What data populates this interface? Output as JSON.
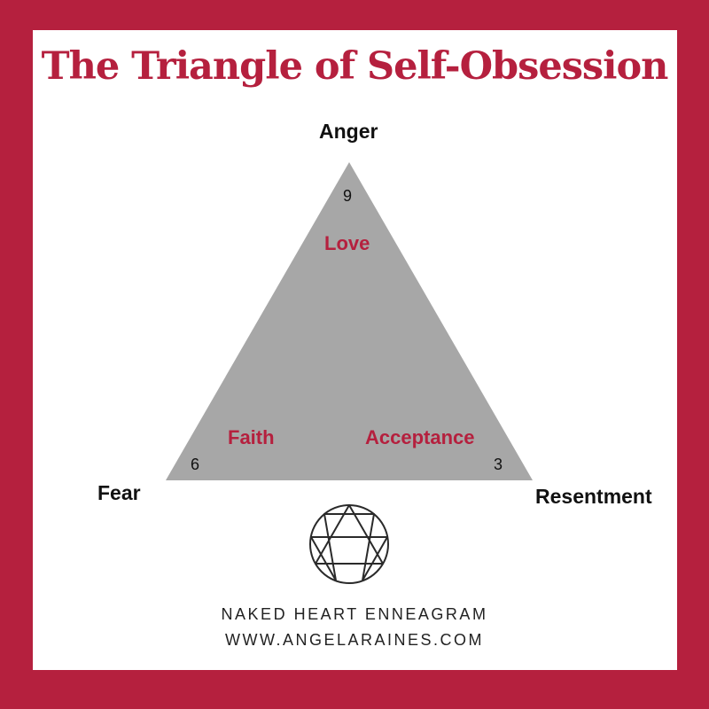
{
  "colors": {
    "frame": "#b5203e",
    "card": "#ffffff",
    "triangle": "#a7a7a7",
    "accent": "#b5203e"
  },
  "title": "The Triangle of Self-Obsession",
  "vertices": {
    "top": {
      "label": "Anger",
      "number": "9",
      "virtue": "Love"
    },
    "left": {
      "label": "Fear",
      "number": "6",
      "virtue": "Faith"
    },
    "right": {
      "label": "Resentment",
      "number": "3",
      "virtue": "Acceptance"
    }
  },
  "logo_icon": "enneagram-icon",
  "footer": {
    "line1": "NAKED HEART ENNEAGRAM",
    "line2": "WWW.ANGELARAINES.COM"
  }
}
